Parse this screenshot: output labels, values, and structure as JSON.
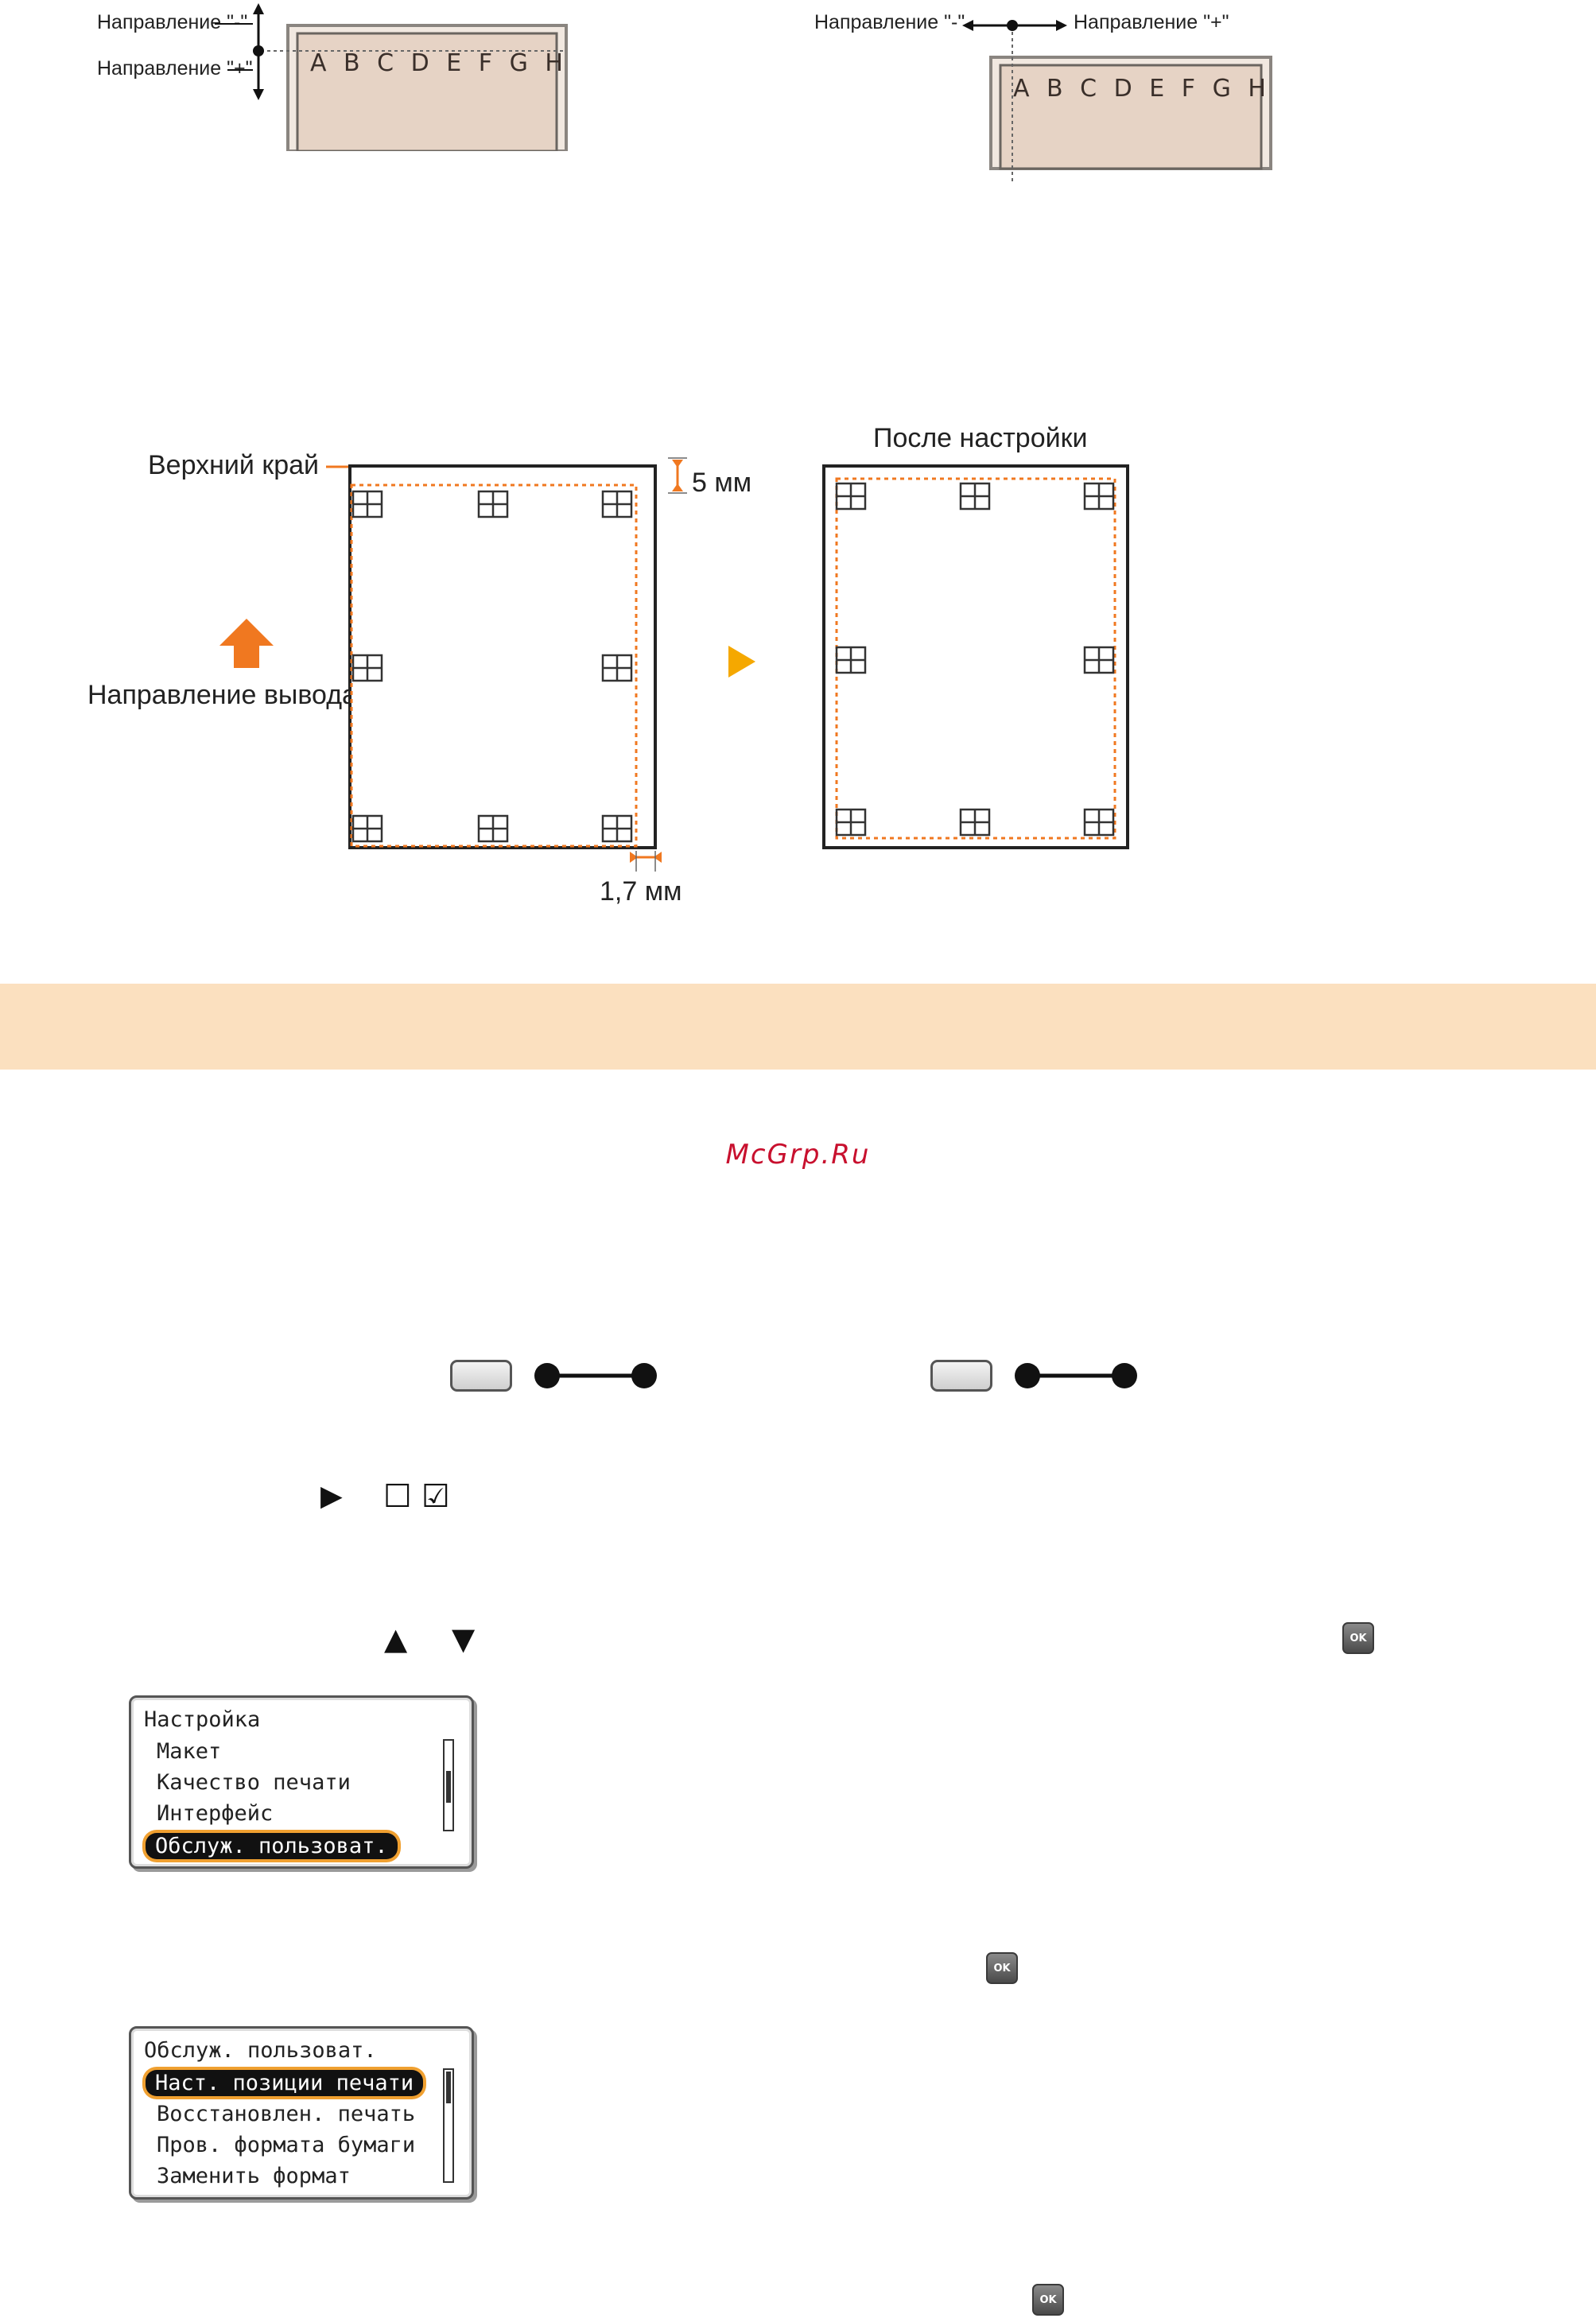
{
  "vertical_figure": {
    "label_minus": "Направление \"-\"",
    "label_plus": "Направление \"+\"",
    "letters": "A B C D E F G H"
  },
  "horizontal_figure": {
    "label_minus": "Направление \"-\"",
    "label_plus": "Направление \"+\"",
    "letters": "A B C D E F G H"
  },
  "margin_figure": {
    "top_edge_label": "Верхний край",
    "top_margin": "5 мм",
    "output_direction_label": "Направление вывода",
    "side_margin": "1,7 мм",
    "after_label": "После настройки"
  },
  "watermark": "McGrp.Ru",
  "icons": {
    "play": "▶",
    "checkbox_empty": "☐",
    "checkbox_checked": "☑",
    "arrow_up": "▲",
    "arrow_down": "▼",
    "ok_key": "OK"
  },
  "screen1": {
    "title": "Настройка",
    "items": [
      "Макет",
      "Качество печати",
      "Интерфейс",
      "Обслуж. пользоват."
    ],
    "selected_index": 3
  },
  "screen2": {
    "title": "Обслуж. пользоват.",
    "items": [
      "Наст. позиции печати",
      "Восстановлен. печать",
      "Пров. формата бумаги",
      "Заменить формат"
    ],
    "selected_index": 0
  },
  "colors": {
    "band": "#fbe0bf",
    "accent_orange": "#f07820",
    "watermark": "#c8102e"
  }
}
